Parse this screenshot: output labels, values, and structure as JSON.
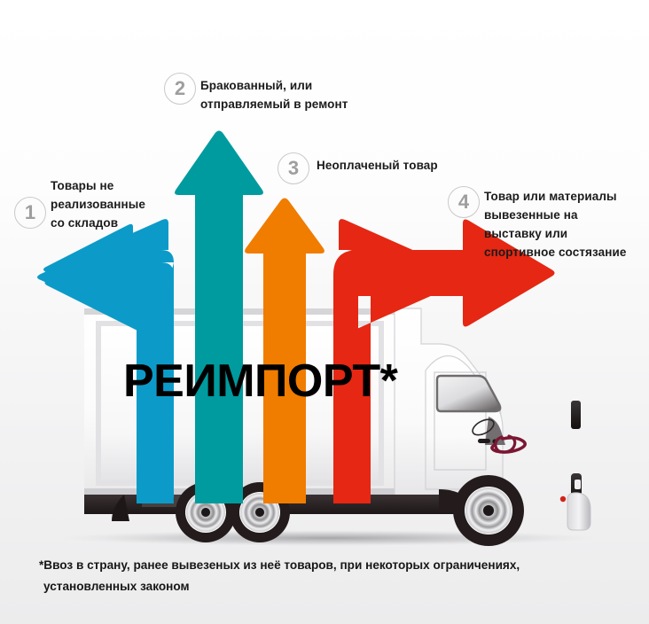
{
  "infographic": {
    "title": "РЕИМПОРТ*",
    "background_color": "#f2f2f3",
    "footnote": {
      "line1": "*Ввоз в страну, ранее вывезеных из неё товаров, при некоторых ограничениях,",
      "line2": "установленных законом"
    },
    "steps": [
      {
        "number": "1",
        "color": "#0c9bc8",
        "color_name": "blue",
        "direction": "left",
        "lines": [
          "Товары не",
          "реализованные",
          "со складов"
        ]
      },
      {
        "number": "2",
        "color": "#009b9e",
        "color_name": "teal",
        "direction": "up",
        "lines": [
          "Бракованный, или",
          "отправляемый в ремонт"
        ]
      },
      {
        "number": "3",
        "color": "#f07c00",
        "color_name": "orange",
        "direction": "up",
        "lines": [
          "Неоплаченый товар"
        ]
      },
      {
        "number": "4",
        "color": "#e52713",
        "color_name": "red",
        "direction": "right",
        "lines": [
          "Товар или материалы",
          "вывезенные на",
          "выставку или",
          "спортивное состязание"
        ]
      }
    ],
    "truck": {
      "body_color": "#ffffff",
      "tire_color": "#241c1c",
      "logo_color": "#7b1733",
      "shadow_color": "#b9b9bb"
    }
  }
}
